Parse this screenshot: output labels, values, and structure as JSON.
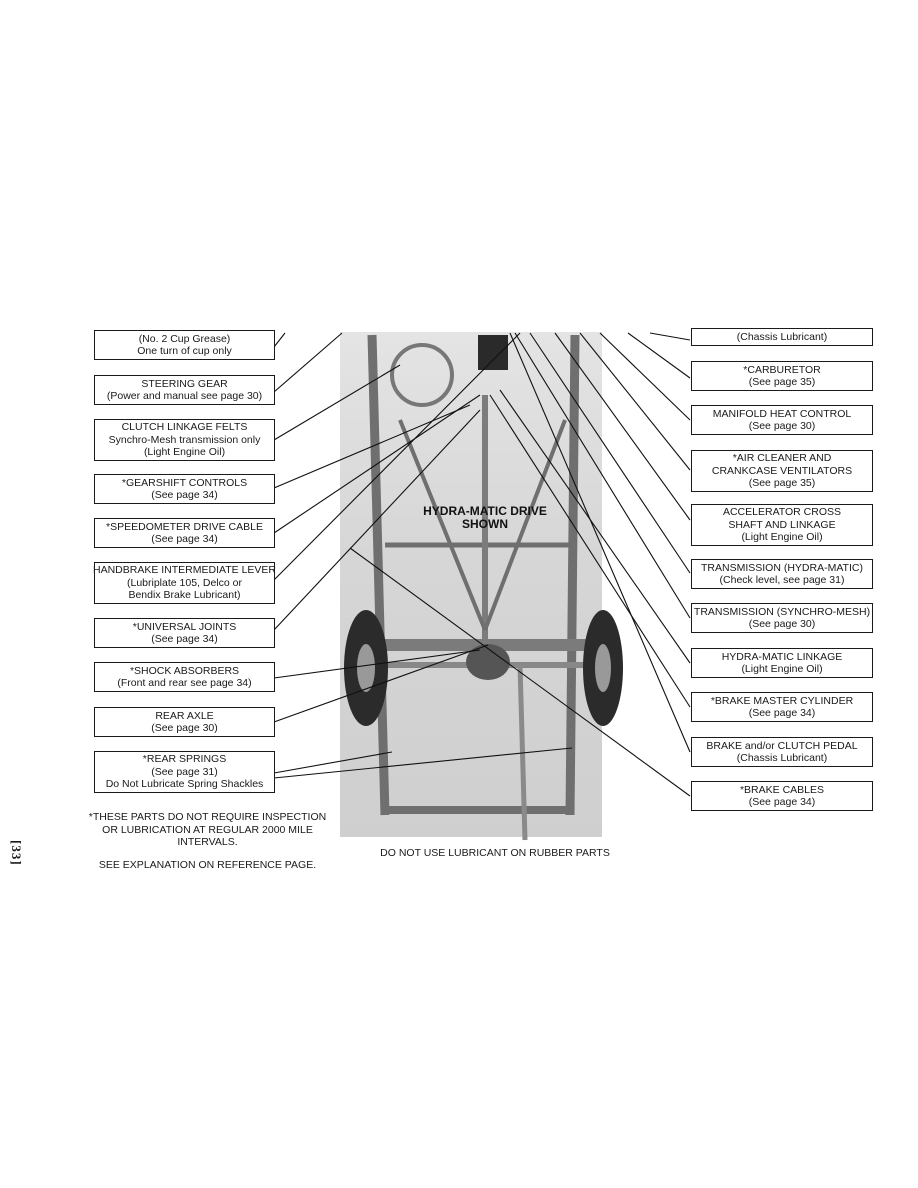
{
  "diagram": {
    "title": [
      "HYDRA-MATIC DRIVE",
      "SHOWN"
    ],
    "bottom_note": "DO NOT USE LUBRICANT ON RUBBER PARTS"
  },
  "left_labels": [
    {
      "lines": [
        "(No. 2 Cup Grease)",
        "One turn of cup only"
      ]
    },
    {
      "lines": [
        "STEERING GEAR",
        "(Power and manual see page 30)"
      ]
    },
    {
      "lines": [
        "CLUTCH LINKAGE FELTS",
        "Synchro-Mesh transmission only",
        "(Light Engine Oil)"
      ]
    },
    {
      "lines": [
        "*GEARSHIFT CONTROLS",
        "(See page 34)"
      ]
    },
    {
      "lines": [
        "*SPEEDOMETER DRIVE CABLE",
        "(See page 34)"
      ]
    },
    {
      "lines": [
        "HANDBRAKE INTERMEDIATE LEVER",
        "(Lubriplate 105, Delco or",
        "Bendix Brake Lubricant)"
      ]
    },
    {
      "lines": [
        "*UNIVERSAL JOINTS",
        "(See page 34)"
      ]
    },
    {
      "lines": [
        "*SHOCK ABSORBERS",
        "(Front and rear see page 34)"
      ]
    },
    {
      "lines": [
        "REAR AXLE",
        "(See page 30)"
      ]
    },
    {
      "lines": [
        "*REAR SPRINGS",
        "(See page 31)",
        "Do Not Lubricate Spring Shackles"
      ]
    }
  ],
  "right_labels": [
    {
      "lines": [
        "(Chassis Lubricant)"
      ]
    },
    {
      "lines": [
        "*CARBURETOR",
        "(See page 35)"
      ]
    },
    {
      "lines": [
        "MANIFOLD HEAT CONTROL",
        "(See page 30)"
      ]
    },
    {
      "lines": [
        "*AIR CLEANER AND",
        "CRANKCASE VENTILATORS",
        "(See page 35)"
      ]
    },
    {
      "lines": [
        "ACCELERATOR CROSS",
        "SHAFT AND LINKAGE",
        "(Light Engine Oil)"
      ]
    },
    {
      "lines": [
        "TRANSMISSION (HYDRA-MATIC)",
        "(Check level, see page 31)"
      ]
    },
    {
      "lines": [
        "TRANSMISSION (SYNCHRO-MESH)",
        "(See page 30)"
      ]
    },
    {
      "lines": [
        "HYDRA-MATIC LINKAGE",
        "(Light Engine Oil)"
      ]
    },
    {
      "lines": [
        "*BRAKE MASTER CYLINDER",
        "(See page 34)"
      ]
    },
    {
      "lines": [
        "BRAKE and/or CLUTCH PEDAL",
        "(Chassis Lubricant)"
      ]
    },
    {
      "lines": [
        "*BRAKE CABLES",
        "(See page 34)"
      ]
    }
  ],
  "footnote": {
    "lines": [
      "*THESE PARTS DO NOT REQUIRE INSPECTION",
      "OR LUBRICATION AT REGULAR 2000 MILE",
      "INTERVALS."
    ],
    "see_also": "SEE EXPLANATION ON REFERENCE PAGE."
  },
  "page_number": "[33]"
}
